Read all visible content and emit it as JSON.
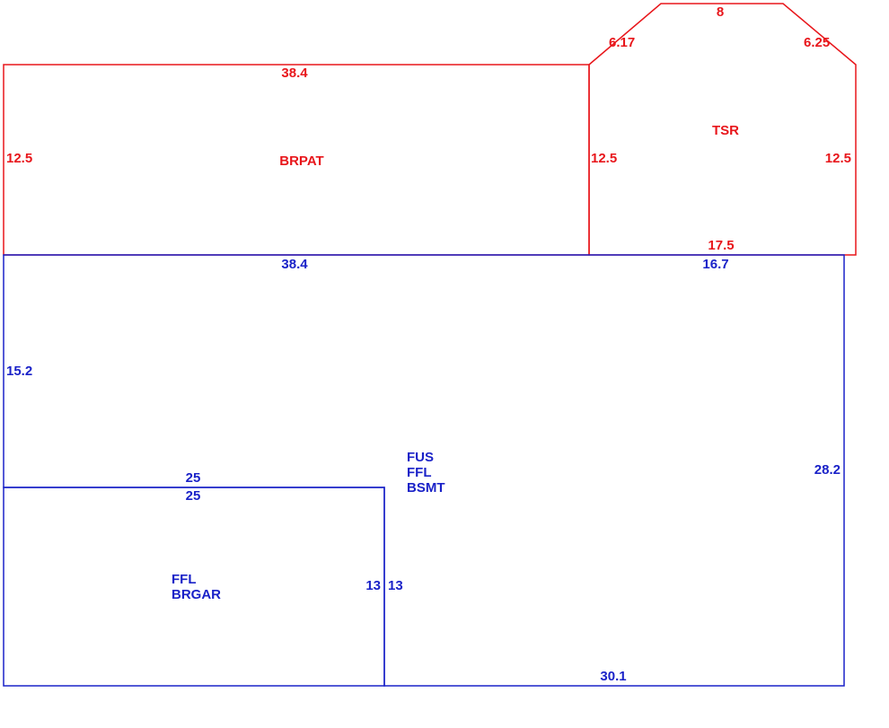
{
  "colors": {
    "upper": "#e8161b",
    "lower": "#1a22c8"
  },
  "upper": {
    "brpat": {
      "label": "BRPAT",
      "top": "38.4",
      "left": "12.5"
    },
    "tsr": {
      "label": "TSR",
      "top": "8",
      "top_left": "6.17",
      "top_right": "6.25",
      "left": "12.5",
      "right": "12.5",
      "bottom": "17.5"
    }
  },
  "lower": {
    "main": {
      "labels": [
        "FUS",
        "FFL",
        "BSMT"
      ],
      "top_left": "38.4",
      "top_right": "16.7",
      "left": "15.2",
      "right": "28.2",
      "bottom": "30.1",
      "inner_left": "13"
    },
    "garage": {
      "labels": [
        "FFL",
        "BRGAR"
      ],
      "top_outer": "25",
      "top_inner": "25",
      "right": "13"
    }
  }
}
